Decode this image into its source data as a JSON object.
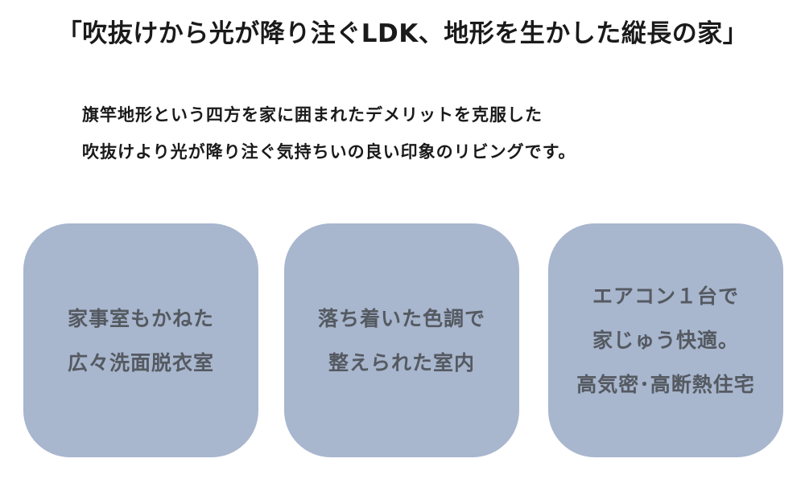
{
  "heading": "「吹抜けから光が降り注ぐLDK、地形を生かした縦長の家」",
  "intro": {
    "lines": [
      "旗竿地形という四方を家に囲まれたデメリットを克服した",
      "吹抜けより光が降り注ぐ気持ちいの良い印象のリビングです。"
    ]
  },
  "cards": [
    {
      "lines": [
        "家事室もかねた",
        "広々洗面脱衣室"
      ]
    },
    {
      "lines": [
        "落ち着いた色調で",
        "整えられた室内"
      ]
    },
    {
      "lines": [
        "エアコン１台で",
        "家じゅう快適。",
        "高気密･高断熱住宅"
      ]
    }
  ],
  "colors": {
    "card_background": "#a8b6ce",
    "card_text": "#555a61",
    "text": "#1a1a1a"
  }
}
